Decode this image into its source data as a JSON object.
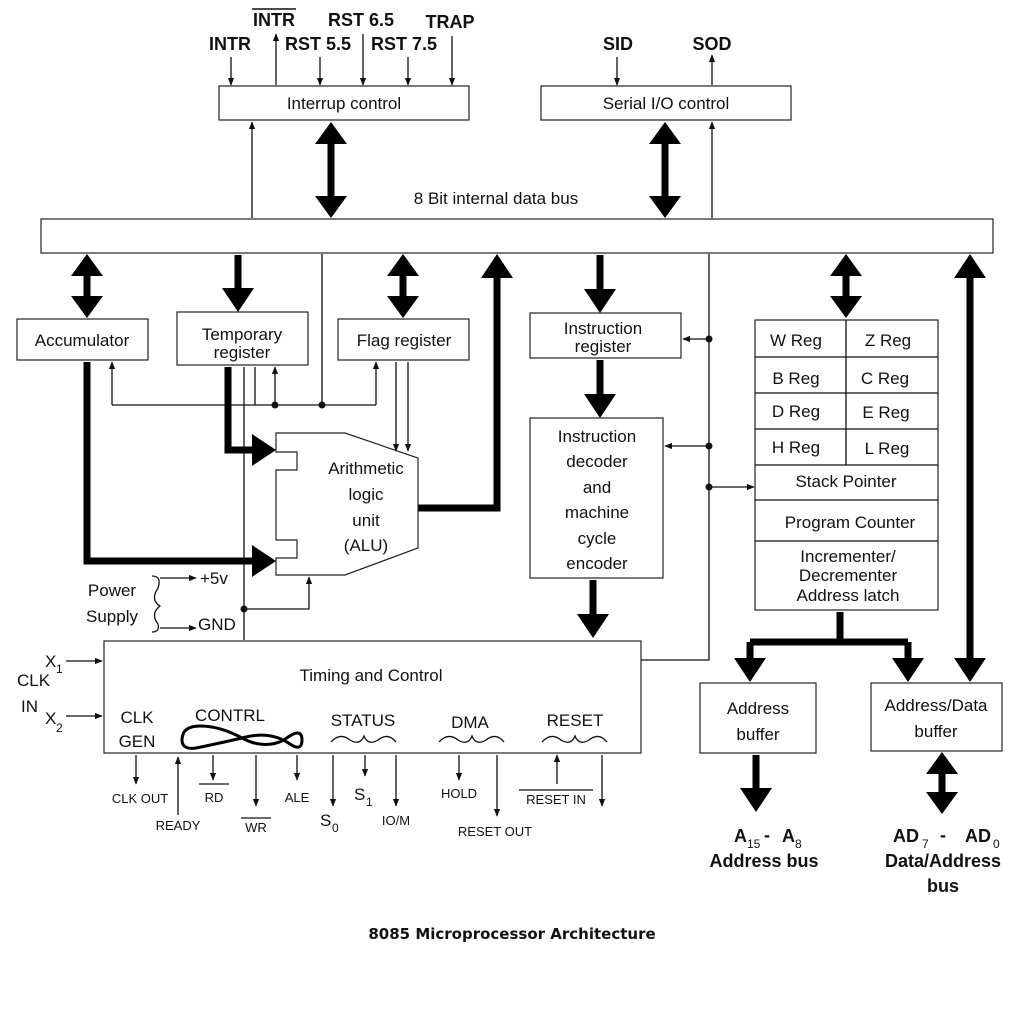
{
  "interrupts": {
    "intr": "INTR",
    "intr_bar": "INTR",
    "rst55": "RST 5.5",
    "rst65": "RST 6.5",
    "rst75": "RST 7.5",
    "trap": "TRAP"
  },
  "serial": {
    "sid": "SID",
    "sod": "SOD",
    "label": "Serial I/O control"
  },
  "interrupt_label": "Interrup control",
  "bus_label": "8 Bit internal data bus",
  "accumulator": "Accumulator",
  "temp_reg": [
    "Temporary",
    "register"
  ],
  "flag_reg": "Flag register",
  "instr_reg": [
    "Instruction",
    "register"
  ],
  "decoder": [
    "Instruction",
    "decoder",
    "and",
    "machine",
    "cycle",
    "encoder"
  ],
  "alu": [
    "Arithmetic",
    "logic",
    "unit",
    "(ALU)"
  ],
  "registers": {
    "w": "W Reg",
    "z": "Z Reg",
    "b": "B Reg",
    "c": "C Reg",
    "d": "D Reg",
    "e": "E Reg",
    "h": "H Reg",
    "l": "L Reg",
    "sp": "Stack Pointer",
    "pc": "Program Counter",
    "incdec": [
      "Incrementer/",
      "Decrementer",
      "Address latch"
    ]
  },
  "power": {
    "power": "Power",
    "supply": "Supply",
    "plus5": "+5v",
    "gnd": "GND"
  },
  "clk": {
    "x": "X",
    "sub1": "1",
    "sub2": "2",
    "clk": "CLK",
    "in": "IN"
  },
  "timing": {
    "title": "Timing and Control",
    "clk_gen": [
      "CLK",
      "GEN"
    ],
    "control": "CONTRL",
    "status": "STATUS",
    "dma": "DMA",
    "reset": "RESET"
  },
  "signals": {
    "clk_out": "CLK OUT",
    "ready": "READY",
    "rd": "RD",
    "wr": "WR",
    "ale": "ALE",
    "s": "S",
    "s0_sub": "0",
    "s1_sub": "1",
    "iom": "IO/M",
    "hold": "HOLD",
    "reset_out": "RESET OUT",
    "reset_in": "RESET IN"
  },
  "address_buffer": [
    "Address",
    "buffer"
  ],
  "ad_buffer": [
    "Address/Data",
    "buffer"
  ],
  "addr_bus": {
    "a": "A",
    "a15": "15",
    "dash": "-",
    "a8": "8",
    "label": "Address bus"
  },
  "data_bus": {
    "ad": "AD",
    "ad7": "7",
    "dash": "-",
    "ad0": "0",
    "label1": "Data/Address",
    "label2": "bus"
  },
  "caption": "8085 Microprocessor Architecture"
}
